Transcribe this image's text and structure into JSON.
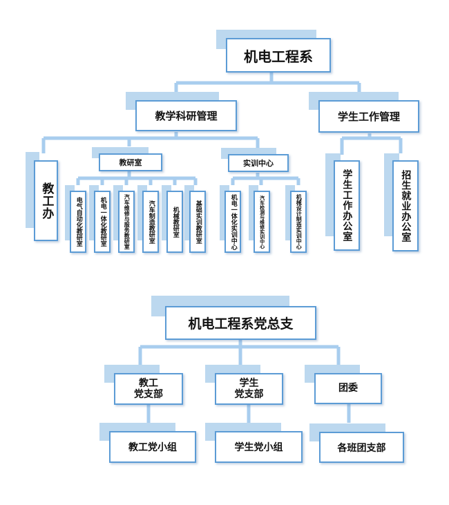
{
  "org_chart": {
    "root": "机电工程系",
    "teaching_mgmt": "教学科研管理",
    "student_mgmt": "学生工作管理",
    "office": "教工办",
    "research_group": "教研室",
    "training_center": "实训中心",
    "research_items": [
      "电气自动化教研室",
      "机电一体化教研室",
      "汽车维修与服务教研室",
      "汽车制造教研室",
      "机械教研室",
      "基础实训教研室"
    ],
    "training_items": [
      "机电一体化实训中心",
      "汽车检测与维修实训中心",
      "机械设计制造实训中心"
    ],
    "student_office": "学生工作办公室",
    "admission_office": "招生就业办公室"
  },
  "party_chart": {
    "root": "机电工程系党总支",
    "branches": [
      "教工\n党支部",
      "学生\n党支部",
      "团委"
    ],
    "groups": [
      "教工党小组",
      "学生党小组",
      "各班团支部"
    ]
  },
  "colors": {
    "line": "#5b9bd5",
    "shade": "#bcd8ef",
    "border": "#5b9bd5"
  }
}
